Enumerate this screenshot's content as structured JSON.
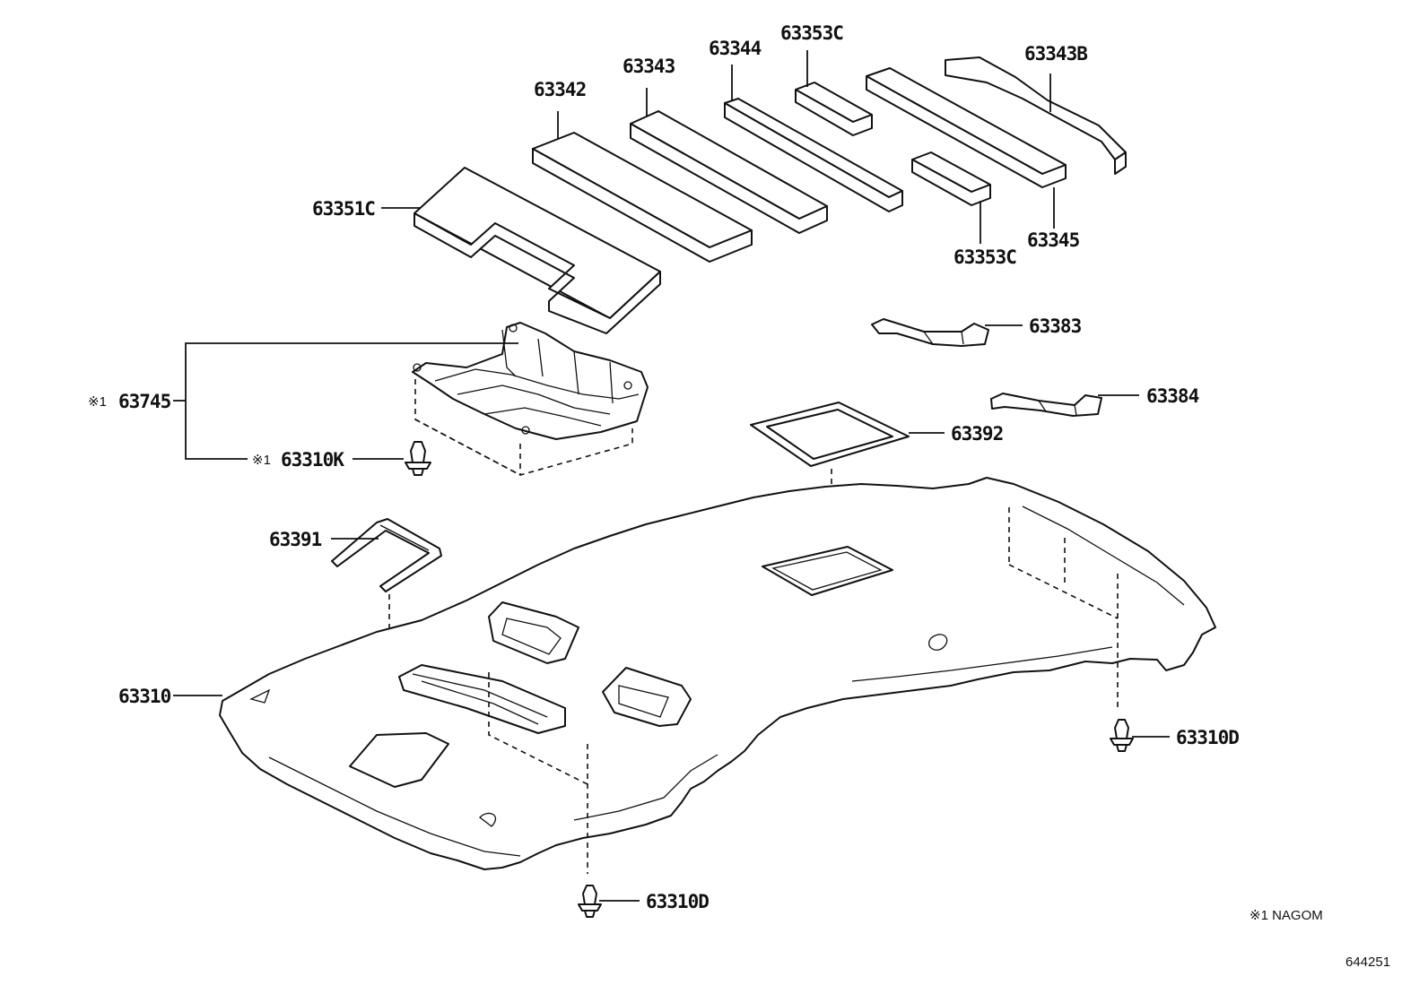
{
  "labels": {
    "l_63342": "63342",
    "l_63343": "63343",
    "l_63344": "63344",
    "l_63353C_top": "63353C",
    "l_63343B": "63343B",
    "l_63351C": "63351C",
    "l_63345": "63345",
    "l_63353C_bot": "63353C",
    "l_63383": "63383",
    "l_63384": "63384",
    "l_63745": "63745",
    "l_63310K": "63310K",
    "l_63392": "63392",
    "l_63391": "63391",
    "l_63310": "63310",
    "l_63310D_right": "63310D",
    "l_63310D_bottom": "63310D"
  },
  "marks": {
    "m_63745": "※1",
    "m_63310K": "※1"
  },
  "footnote": "※1 NAGOM",
  "figure_number": "644251"
}
